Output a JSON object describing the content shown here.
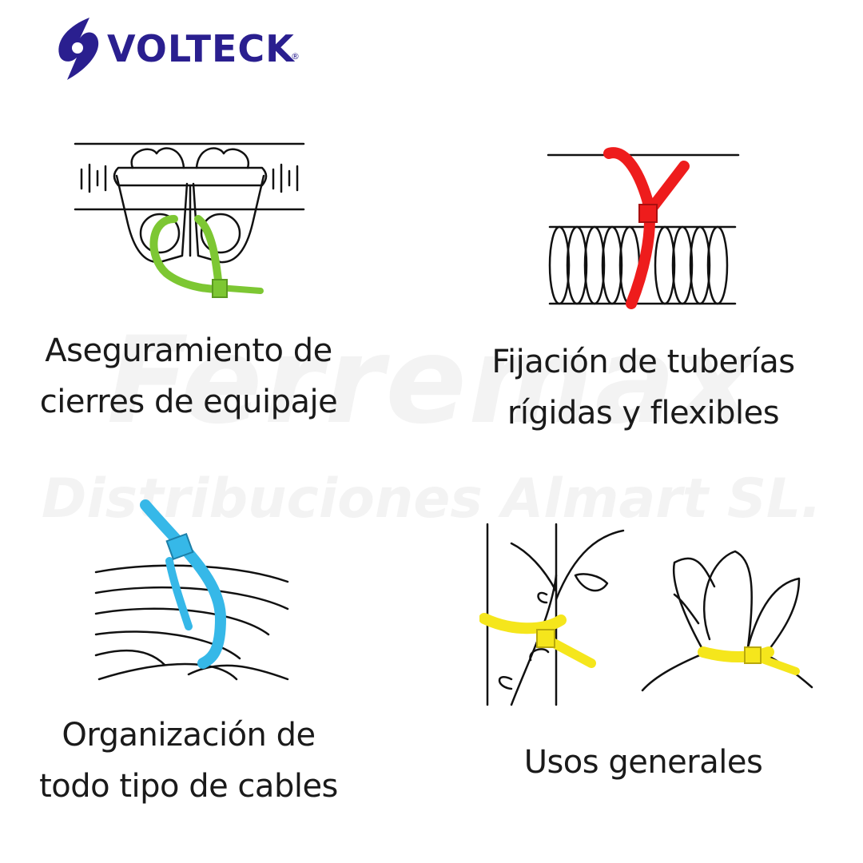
{
  "brand": {
    "name": "VOLTECK",
    "registered": "®",
    "color": "#2a1f8f"
  },
  "watermark": {
    "line1": "Ferremax",
    "line2": "Distribuciones Almart SL."
  },
  "panels": [
    {
      "caption_line1": "Aseguramiento de",
      "caption_line2": "cierres de equipaje",
      "tie_color": "#7dc733",
      "icon": "luggage-zipper-icon"
    },
    {
      "caption_line1": "Fijación de tuberías",
      "caption_line2": "rígidas y flexibles",
      "tie_color": "#ee1c1c",
      "icon": "flexible-pipe-icon"
    },
    {
      "caption_line1": "Organización de",
      "caption_line2": "todo tipo de cables",
      "tie_color": "#36b8e8",
      "icon": "cable-bundle-icon"
    },
    {
      "caption_line1": "Usos generales",
      "tie_color": "#f5e61c",
      "icon": "plant-and-bag-icon"
    }
  ]
}
